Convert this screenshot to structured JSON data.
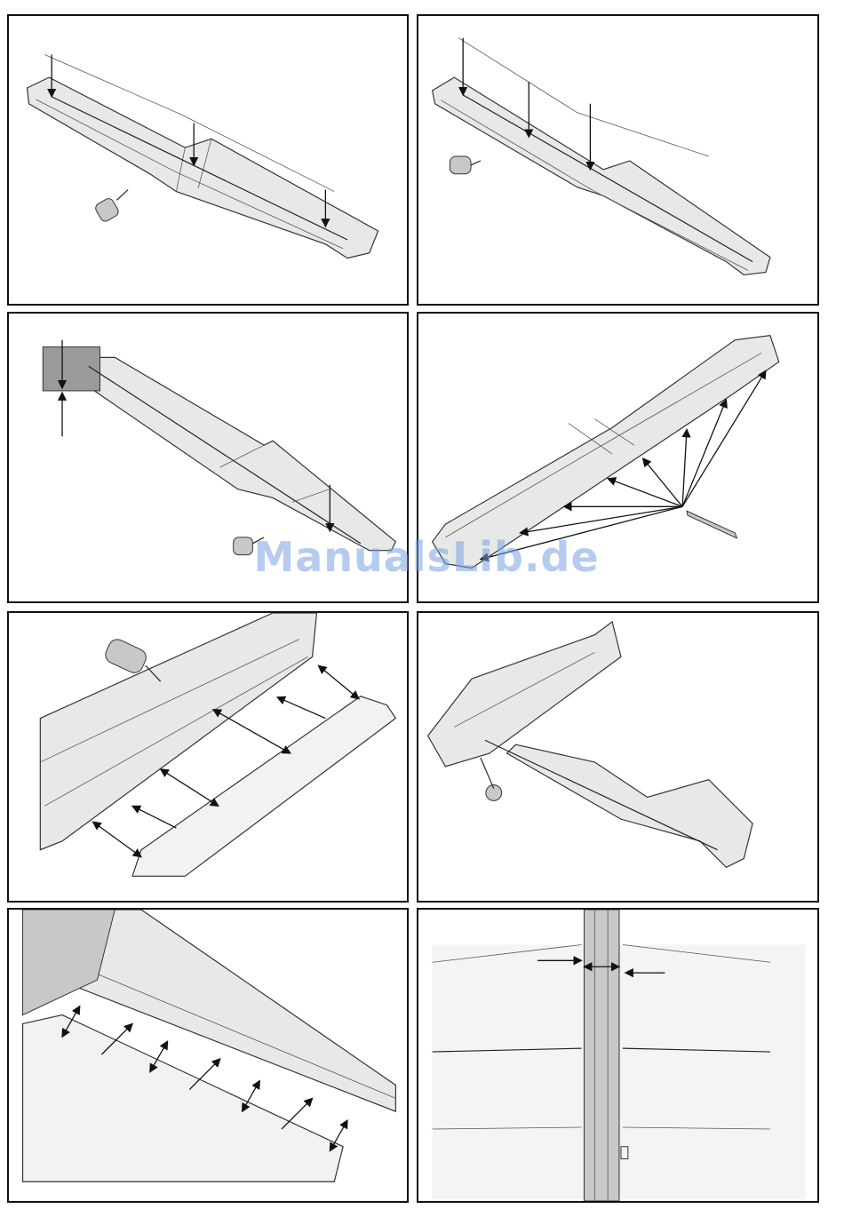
{
  "watermark": {
    "text": "ManualsLib.de"
  },
  "panels": [
    {
      "name": "step-wing-spar-pushrod-1"
    },
    {
      "name": "step-wing-spar-pushrod-2"
    },
    {
      "name": "step-wing-tape-root"
    },
    {
      "name": "step-wing-hinge-slots"
    },
    {
      "name": "step-aileron-hinges"
    },
    {
      "name": "step-wing-attach-fuselage"
    },
    {
      "name": "step-stab-elevator-hinges"
    },
    {
      "name": "step-tail-alignment"
    }
  ]
}
